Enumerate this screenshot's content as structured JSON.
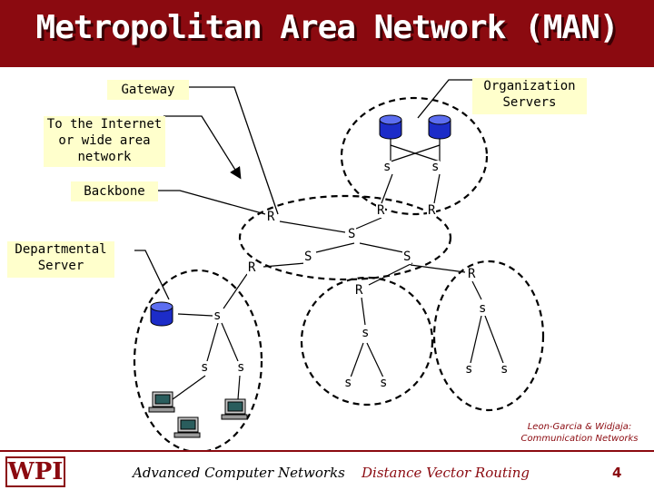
{
  "slide": {
    "title": "Metropolitan Area Network (MAN)",
    "footer_left": "Advanced Computer Networks",
    "footer_center": "Distance Vector Routing",
    "page_number": "4",
    "logo": "WPI",
    "credit_line1": "Leon-Garcia & Widjaja:",
    "credit_line2": "Communication Networks"
  },
  "labels": {
    "gateway": "Gateway",
    "organization_servers_1": "Organization",
    "organization_servers_2": "Servers",
    "internet_1": "To the Internet",
    "internet_2": "or wide area",
    "internet_3": "network",
    "backbone": "Backbone",
    "departmental_1": "Departmental",
    "departmental_2": "Server"
  },
  "nodes": {
    "r": "R",
    "s_upper": "S",
    "s_lower": "s"
  },
  "colors": {
    "title_bar": "#8b0a10",
    "callout_fill": "#ffffcc",
    "server_blue": "#1c2cc8",
    "footer_accent": "#8b0a10"
  },
  "icons": [
    "database-server-icon",
    "workstation-icon",
    "wpi-logo"
  ]
}
